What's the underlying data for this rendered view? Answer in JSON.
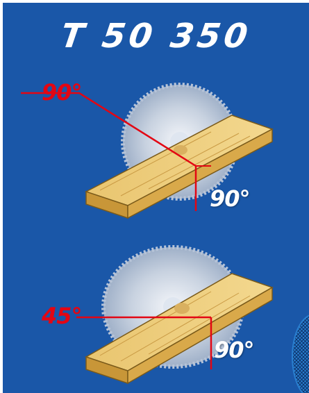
{
  "title": "T 50 350",
  "colors": {
    "background": "#1a57a8",
    "angle_line": "#e30613",
    "blade": "#c9d3e1",
    "wood": "#e2b55a"
  },
  "cuts": [
    {
      "miter_angle": "90°",
      "bevel_angle": "90°"
    },
    {
      "miter_angle": "45°",
      "bevel_angle": "90°"
    }
  ]
}
